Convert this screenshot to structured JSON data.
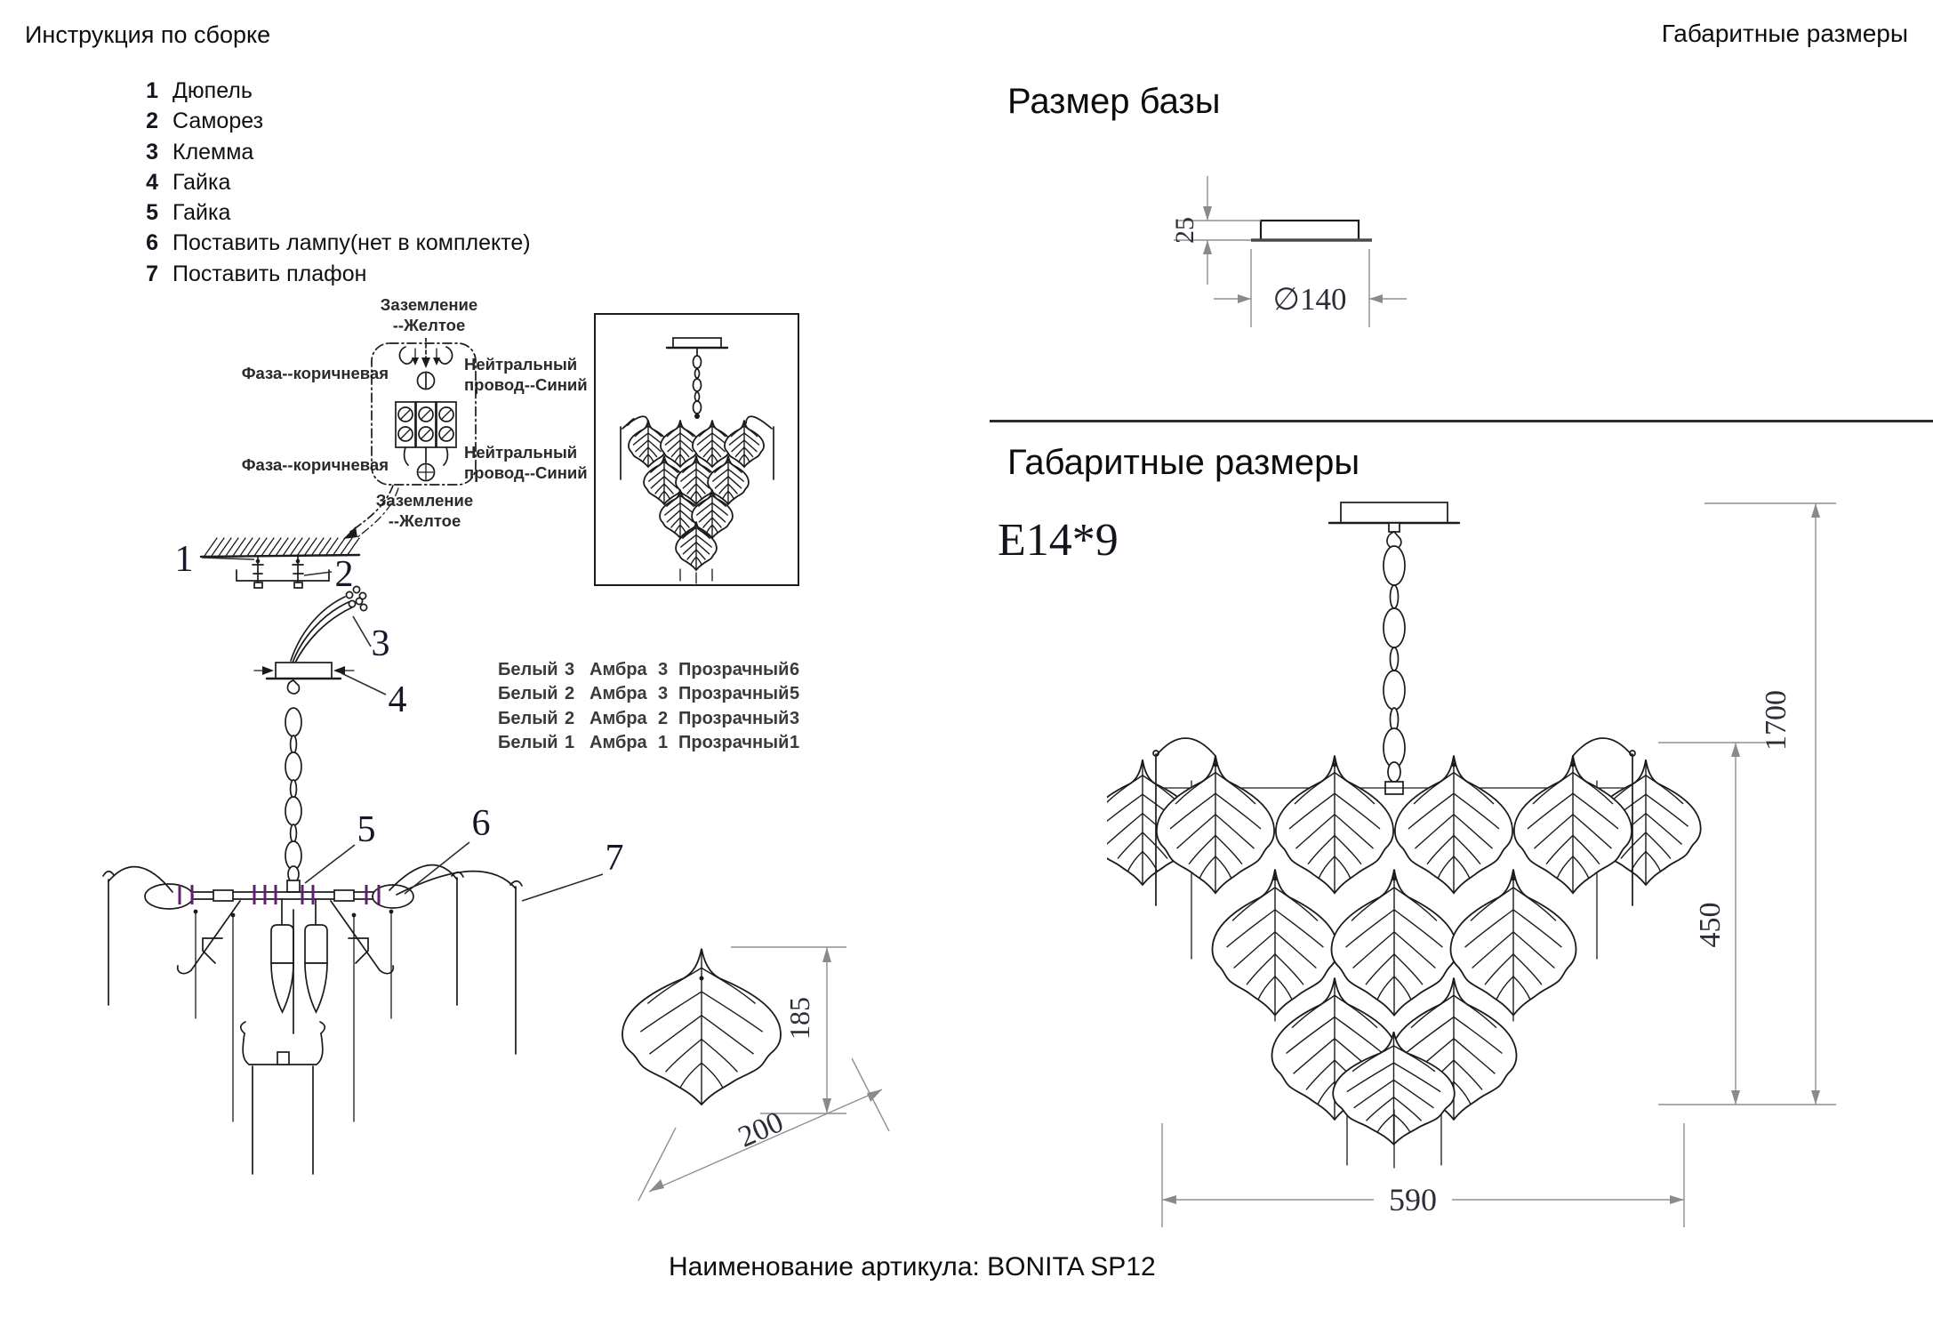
{
  "header": {
    "left_title": "Инструкция по сборке",
    "right_title": "Габаритные размеры"
  },
  "steps": [
    {
      "num": "1",
      "label": "Дюпель"
    },
    {
      "num": "2",
      "label": "Саморез"
    },
    {
      "num": "3",
      "label": "Клемма"
    },
    {
      "num": "4",
      "label": "Гайка"
    },
    {
      "num": "5",
      "label": "Гайка"
    },
    {
      "num": "6",
      "label": "Поставить лампу(нет в комплекте)"
    },
    {
      "num": "7",
      "label": "Поставить плафон"
    }
  ],
  "wiring": {
    "ground_top_1": "Заземление",
    "ground_top_2": "--Желтое",
    "phase_top": "Фаза--коричневая",
    "neutral_top_1": "Нейтральный",
    "neutral_top_2": "провод--Синий",
    "phase_bottom": "Фаза--коричневая",
    "neutral_bottom_1": "Нейтральный",
    "neutral_bottom_2": "провод--Синий",
    "ground_bottom_1": "Заземление",
    "ground_bottom_2": "--Желтое"
  },
  "shade_counts": {
    "rows": [
      {
        "c1": "Белый",
        "n1": "3",
        "c2": "Амбра",
        "n2": "3",
        "c3": "Прозрачный",
        "n3": "6"
      },
      {
        "c1": "Белый",
        "n1": "2",
        "c2": "Амбра",
        "n2": "3",
        "c3": "Прозрачный",
        "n3": "5"
      },
      {
        "c1": "Белый",
        "n1": "2",
        "c2": "Амбра",
        "n2": "2",
        "c3": "Прозрачный",
        "n3": "3"
      },
      {
        "c1": "Белый",
        "n1": "1",
        "c2": "Амбра",
        "n2": "1",
        "c3": "Прозрачный",
        "n3": "1"
      }
    ]
  },
  "base": {
    "title": "Размер базы",
    "height": "25",
    "diameter": "∅140"
  },
  "overall": {
    "title": "Габаритные размеры",
    "lamp_socket": "E14*9",
    "total_height": "1700",
    "body_height": "450",
    "width": "590"
  },
  "leaf": {
    "height": "185",
    "width": "200"
  },
  "footer": {
    "article": "Наименование артикула: BONITA SP12"
  }
}
